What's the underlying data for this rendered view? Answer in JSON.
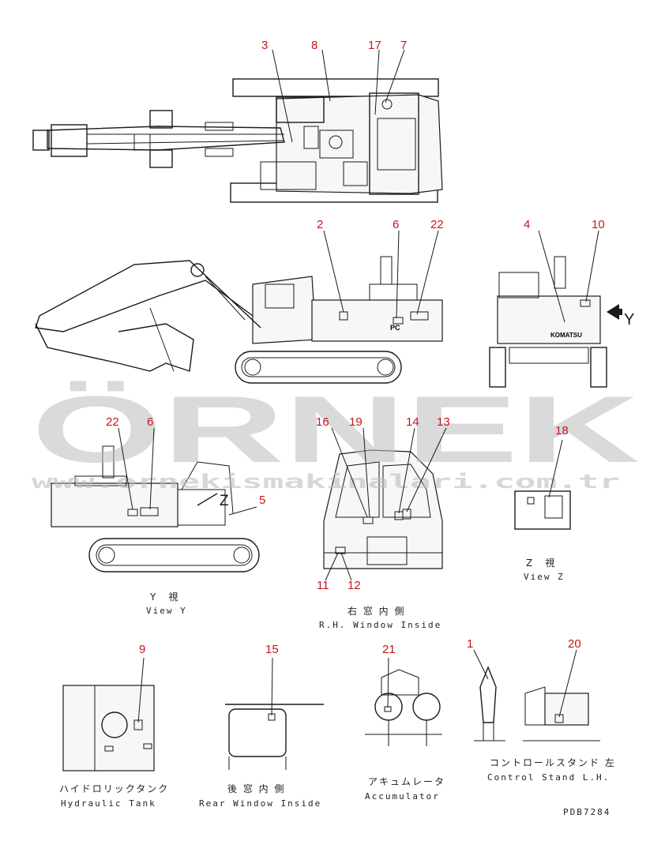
{
  "watermark": {
    "brand": "ÖRNEK",
    "url": "www.ornekismakinalari.com.tr"
  },
  "callouts": {
    "top": [
      "3",
      "8",
      "17",
      "7"
    ],
    "side": [
      "2",
      "6",
      "22"
    ],
    "rear": [
      "4",
      "10"
    ],
    "view_y": [
      "22",
      "6",
      "5"
    ],
    "window": [
      "16",
      "19",
      "14",
      "13",
      "11",
      "12"
    ],
    "view_z": [
      "18"
    ],
    "bottom": [
      "9",
      "15",
      "21",
      "1",
      "20"
    ]
  },
  "letters": {
    "y_arrow": "Y",
    "z_marker": "Z"
  },
  "brand_plate": "KOMATSU",
  "boom_badge": "PC",
  "captions": {
    "view_y_jp": "Y　視",
    "view_y_en": "View Y",
    "window_jp": "右 窓 内 側",
    "window_en": "R.H. Window Inside",
    "view_z_jp": "Z　視",
    "view_z_en": "View Z",
    "tank_jp": "ハイドロリックタンク",
    "tank_en": "Hydraulic Tank",
    "rear_window_jp": "後 窓 内 側",
    "rear_window_en": "Rear Window Inside",
    "accumulator_jp": "アキュムレータ",
    "accumulator_en": "Accumulator",
    "control_stand_jp": "コントロールスタンド 左",
    "control_stand_en": "Control Stand L.H."
  },
  "drawing_code": "PDB7284",
  "colors": {
    "callout": "#c8141e",
    "line": "#1a1a1a",
    "watermark": "#bdbdbd"
  }
}
